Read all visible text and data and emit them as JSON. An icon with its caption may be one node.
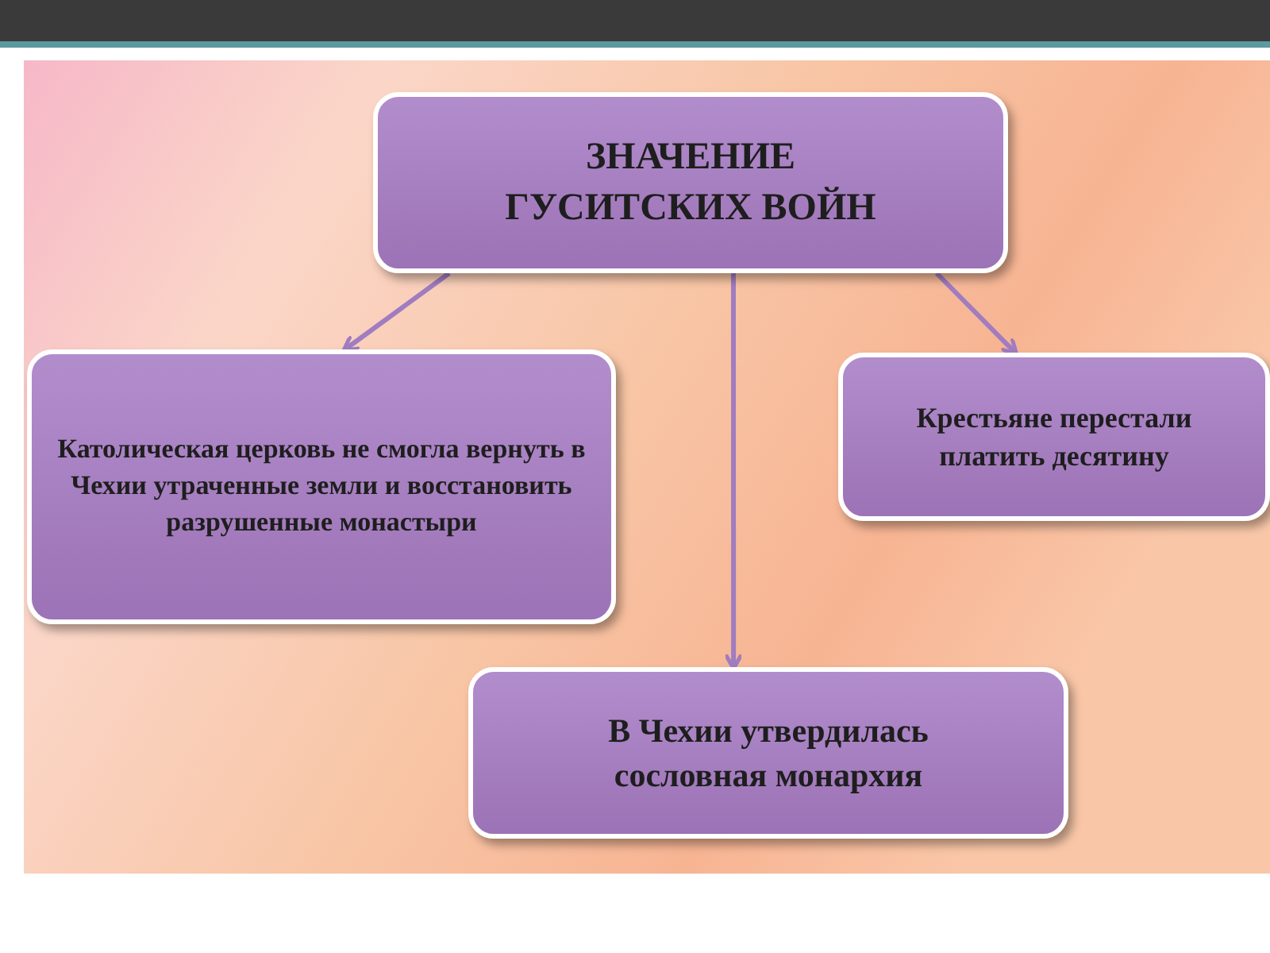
{
  "diagram": {
    "nodes": [
      {
        "text": [
          "ЗНАЧЕНИЕ ГУСИТСКИХ ВОЙН"
        ]
      },
      {
        "text": [
          "Католическая церковь не смогла вернуть в Чехии утраченные земли и восстановить разрушенные монастыри"
        ]
      },
      {
        "text": [
          "Крестьяне перестали платить десятину"
        ]
      },
      {
        "text": [
          "В Чехии утвердилась сословная монархия"
        ]
      }
    ],
    "edges": [
      {
        "from": 0,
        "to": 1,
        "arrow": "to"
      },
      {
        "from": 0,
        "to": 2,
        "arrow": "to"
      },
      {
        "from": 0,
        "to": 3,
        "arrow": "to"
      }
    ]
  }
}
